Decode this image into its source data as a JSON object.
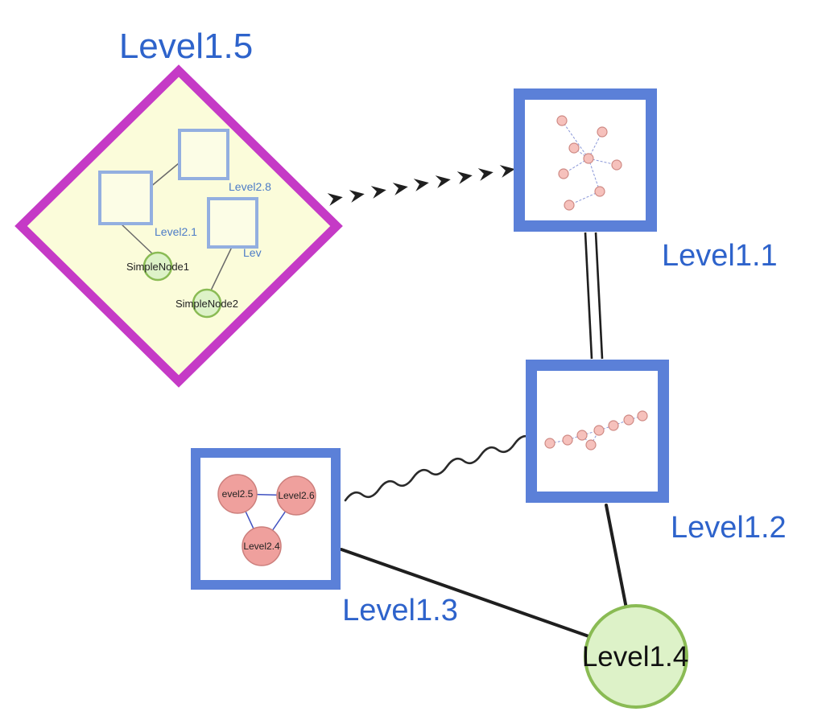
{
  "labels": {
    "level1_5": "Level1.5",
    "level1_1": "Level1.1",
    "level1_2": "Level1.2",
    "level1_3": "Level1.3",
    "level1_4": "Level1.4"
  },
  "level15_contents": {
    "level2_8": "Level2.8",
    "level2_1": "Level2.1",
    "level2_truncated": "Lev",
    "simple_node1": "SimpleNode1",
    "simple_node2": "SimpleNode2"
  },
  "level13_contents": {
    "level2_5": "evel2.5",
    "level2_6": "Level2.6",
    "level2_4": "Level2.4"
  },
  "colors": {
    "label_blue": "#2e63cb",
    "group_box_border_blue": "#5b80d8",
    "inner_square_border_blue": "#93afe0",
    "diamond_magenta": "#c53ac6",
    "diamond_fill_yellow": "#fbfcda",
    "green_node_fill": "#ddf2c8",
    "green_node_border": "#8abb54",
    "pink_node_fill": "#efa09d",
    "pink_node_border": "#cc7f7c",
    "tiny_pink_fill": "#f6c1bc",
    "edge_black": "#1f1f1f",
    "dashed_thumb_edge_blue": "#8a97d8",
    "triangle_edge_blue": "#3f51c1"
  }
}
